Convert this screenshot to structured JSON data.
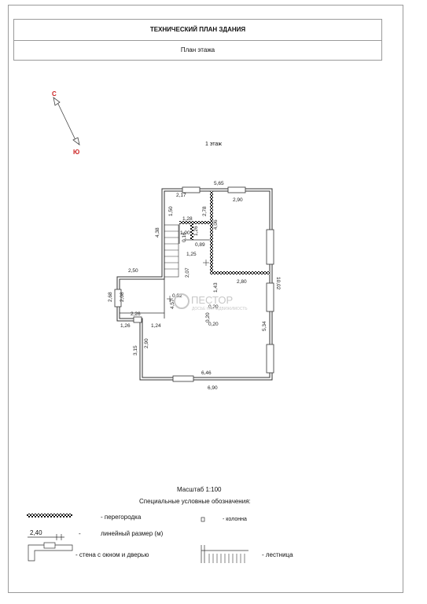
{
  "header": {
    "title": "ТЕХНИЧЕСКИЙ ПЛАН ЗДАНИЯ",
    "subtitle": "План  этажа"
  },
  "compass": {
    "north": "С",
    "south": "Ю"
  },
  "floor_label": "1 этаж",
  "dimensions": {
    "top_width": "5,65",
    "d_2_17": "2,17",
    "room_top_right": "2,90",
    "d_1_50": "1,50",
    "d_2_78": "2,78",
    "d_1_28": "1,28",
    "d_4_38": "4,38",
    "d_1_00": "1,00",
    "d_0_16": "0,16",
    "d_1_26_v": "1,26",
    "d_4_06": "4,06",
    "d_0_89": "0,89",
    "d_1_25": "1,25",
    "d_2_50": "2,50",
    "d_2_07": "2,07",
    "d_2_80": "2,80",
    "d_10_02": "10,02",
    "d_1_43": "1,43",
    "d_2_68": "2,68",
    "d_2_08": "2,08",
    "d_0_92": "0,92",
    "d_4_57": "4,57",
    "d_0_20_a": "0,20",
    "d_2_26": "2,26",
    "d_0_20_b": "0,20",
    "d_0_20_c": "0,20",
    "d_5_34": "5,34",
    "d_1_26": "1,26",
    "d_1_24": "1,24",
    "d_3_15": "3,15",
    "d_2_90": "2,90",
    "d_6_46": "6,46",
    "d_6_90": "6,90"
  },
  "watermark": {
    "main": "ПЕСТОР",
    "sub": "ДОСЬЕ НА НЕДВИЖИМОСТЬ"
  },
  "scale": "Масштаб 1:100",
  "legend": {
    "title": "Специальные условные обозначения:",
    "partition": "- перегородка",
    "column": "- колонна",
    "dim_value": "2,40",
    "dash": "-",
    "dimension": "линейный размер (м)",
    "wall": "- стена с окном и дверью",
    "stairs": "- лестница"
  },
  "colors": {
    "line": "#333333",
    "compass": "#cc2222",
    "watermark": "#c8c8c8"
  }
}
